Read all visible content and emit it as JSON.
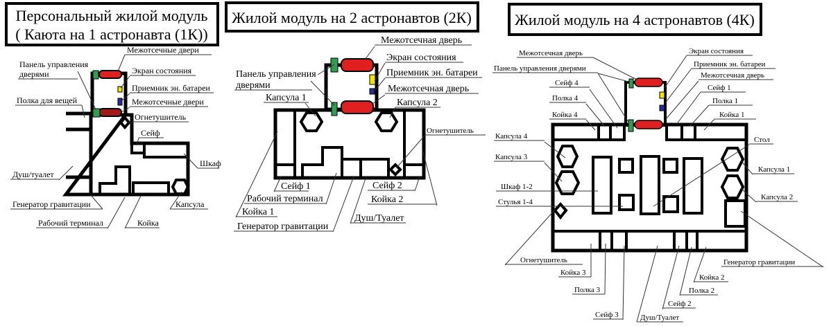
{
  "module_1k": {
    "title_line1": "Персональный жилой модуль",
    "title_line2": "( Каюта на 1 астронавта (1К))",
    "labels": {
      "doors_top": "Межотсечные двери",
      "panel_1": "Панель управления",
      "panel_2": "дверями",
      "status_screen": "Экран состояния",
      "battery": "Приемник эн. батареи",
      "shelf": "Полка для вещей",
      "doors_bottom": "Межотсечные двери",
      "extinguisher": "Огнетушитель",
      "safe": "Сейф",
      "wardrobe": "Шкаф",
      "shower": "Душ/туалет",
      "gravity": "Генератор гравитации",
      "capsule": "Капсула",
      "terminal": "Рабочий терминал",
      "bed": "Койка"
    }
  },
  "module_2k": {
    "title": "Жилой модуль на 2 астронавтов (2К)",
    "labels": {
      "door_top": "Межотсечная дверь",
      "status_screen": "Экран состояния",
      "battery": "Приемник эн. батареи",
      "panel_1": "Панель управления",
      "panel_2": "дверями",
      "door_bottom": "Межотсечная дверь",
      "capsule_1": "Капсула 1",
      "capsule_2": "Капсула 2",
      "extinguisher": "Огнетушитель",
      "safe_1": "Сейф 1",
      "safe_2": "Сейф 2",
      "terminal": "Рабочий терминал",
      "bed_2": "Койка 2",
      "bed_1": "Койка 1",
      "shower": "Душ/Туалет",
      "gravity": "Генератор гравитации"
    }
  },
  "module_4k": {
    "title": "Жилой модуль на 4 астронавтов (4К)",
    "labels": {
      "door_top": "Межотсечная дверь",
      "panel": "Панель управления дверями",
      "status_screen": "Экран состояния",
      "battery": "Приемник эн. батареи",
      "door_bottom": "Межотсечная дверь",
      "safe_4": "Сейф 4",
      "shelf_4": "Полка 4",
      "bed_4": "Койка 4",
      "safe_1": "Сейф 1",
      "shelf_1": "Полка 1",
      "bed_1": "Койка 1",
      "capsule_4": "Капсула 4",
      "table": "Стол",
      "capsule_3": "Капсула 3",
      "capsule_1": "Капсула 1",
      "wardrobe": "Шкаф 1-2",
      "capsule_2": "Капсула 2",
      "chairs": "Стулья 1-4",
      "extinguisher": "Огнетушитель",
      "gravity": "Генератор гравитации",
      "bed_3": "Койка 3",
      "bed_2": "Койка 2",
      "shelf_3": "Полка 3",
      "shelf_2": "Полка 2",
      "safe_2": "Сейф 2",
      "safe_3": "Сейф 3",
      "shower": "Душ/Туалет"
    }
  },
  "colors": {
    "door": "#e02020",
    "panel": "#2e9e50",
    "screen": "#f2e600",
    "battery": "#2a2aa0"
  }
}
